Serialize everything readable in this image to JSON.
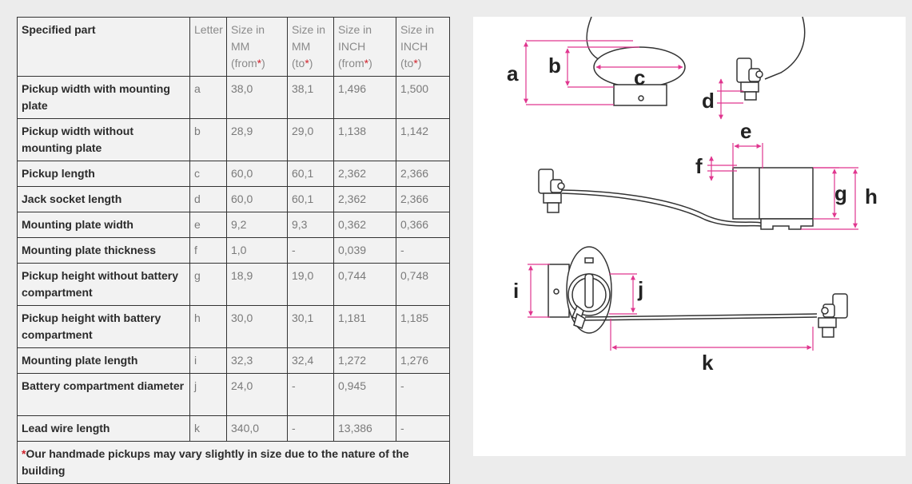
{
  "table": {
    "headers": {
      "part": "Specified part",
      "letter": "Letter",
      "mm_from": "Size in MM (from",
      "mm_to": "Size in MM (to",
      "inch_from": "Size in INCH (from",
      "inch_to": "Size in INCH (to",
      "asterisk": "*",
      "close": ")"
    },
    "rows": [
      {
        "part": "Pickup width with mounting plate",
        "letter": "a",
        "mm_from": "38,0",
        "mm_to": "38,1",
        "in_from": "1,496",
        "in_to": "1,500"
      },
      {
        "part": "Pickup width without mounting plate",
        "letter": "b",
        "mm_from": "28,9",
        "mm_to": "29,0",
        "in_from": "1,138",
        "in_to": "1,142"
      },
      {
        "part": "Pickup length",
        "letter": "c",
        "mm_from": "60,0",
        "mm_to": "60,1",
        "in_from": "2,362",
        "in_to": "2,366"
      },
      {
        "part": "Jack socket length",
        "letter": "d",
        "mm_from": "60,0",
        "mm_to": "60,1",
        "in_from": "2,362",
        "in_to": "2,366"
      },
      {
        "part": "Mounting plate width",
        "letter": "e",
        "mm_from": "9,2",
        "mm_to": "9,3",
        "in_from": "0,362",
        "in_to": "0,366"
      },
      {
        "part": "Mounting plate thickness",
        "letter": "f",
        "mm_from": "1,0",
        "mm_to": "-",
        "in_from": "0,039",
        "in_to": "-"
      },
      {
        "part": "Pickup height without battery compartment",
        "letter": "g",
        "mm_from": "18,9",
        "mm_to": "19,0",
        "in_from": "0,744",
        "in_to": "0,748"
      },
      {
        "part": "Pickup height with battery compartment",
        "letter": "h",
        "mm_from": "30,0",
        "mm_to": "30,1",
        "in_from": "1,181",
        "in_to": "1,185"
      },
      {
        "part": "Mounting plate length",
        "letter": "i",
        "mm_from": "32,3",
        "mm_to": "32,4",
        "in_from": "1,272",
        "in_to": "1,276"
      },
      {
        "part": "Battery compartment diameter",
        "letter": "j",
        "mm_from": "24,0",
        "mm_to": "-",
        "in_from": "0,945",
        "in_to": "-"
      },
      {
        "part": "Lead wire length",
        "letter": "k",
        "mm_from": "340,0",
        "mm_to": "-",
        "in_from": "13,386",
        "in_to": "-"
      }
    ],
    "footnote_mark": "*",
    "footnote": "Our handmade pickups may vary slightly in size due to the nature of the building"
  },
  "diagram": {
    "labels": {
      "a": "a",
      "b": "b",
      "c": "c",
      "d": "d",
      "e": "e",
      "f": "f",
      "g": "g",
      "h": "h",
      "i": "i",
      "j": "j",
      "k": "k"
    },
    "accent_color": "#e0368f",
    "line_color": "#333333"
  }
}
